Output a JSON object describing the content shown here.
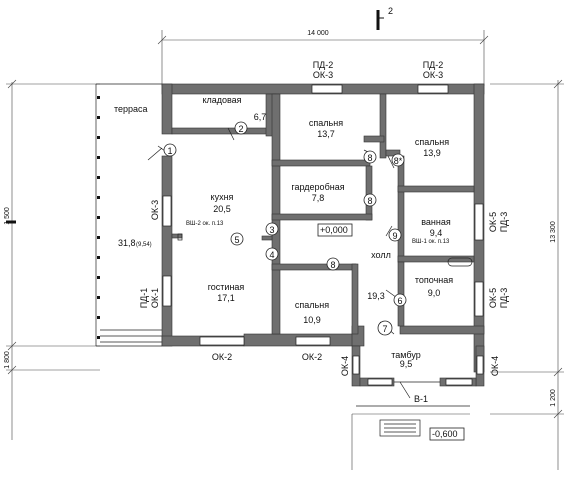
{
  "dimensions": {
    "top": "14 000",
    "right_total": "13 300",
    "left_main": "1 500",
    "left_bottom": "1 800",
    "right_bottom": "1 200"
  },
  "section_mark": "2",
  "rooms": {
    "terrace": {
      "name": "терраса",
      "area": "31,8",
      "area_note": "(9,54)"
    },
    "pantry": {
      "name": "кладовая",
      "area": "6,7"
    },
    "bedroom_1": {
      "name": "спальня",
      "area": "13,7"
    },
    "bedroom_2": {
      "name": "спальня",
      "area": "13,9"
    },
    "kitchen": {
      "name": "кухня",
      "area": "20,5"
    },
    "wardrobe": {
      "name": "гардеробная",
      "area": "7,8"
    },
    "bathroom": {
      "name": "ванная",
      "area": "9,4"
    },
    "hall": {
      "name": "холл",
      "area": "19,3"
    },
    "furnace": {
      "name": "топочная",
      "area": "9,0"
    },
    "living": {
      "name": "гостиная",
      "area": "17,1"
    },
    "bedroom_3": {
      "name": "спальня",
      "area": "10,9"
    },
    "vestibule": {
      "name": "тамбур",
      "area": "9,5"
    }
  },
  "window_tags": {
    "top_left": [
      "ПД-2",
      "ОК-3"
    ],
    "top_right": [
      "ПД-2",
      "ОК-3"
    ],
    "left_upper": "ОК-3",
    "left_lower": [
      "ПД-1",
      "ОК-1"
    ],
    "right_upper": [
      "ОК-5",
      "ПД-3"
    ],
    "right_lower": [
      "ОК-5",
      "ПД-3"
    ],
    "bottom_left": "ОК-2",
    "bottom_mid": "ОК-2",
    "vest_left": "ОК-4",
    "vest_right": "ОК-4"
  },
  "vents": {
    "kitchen": "ВШ-2 ок. п.13",
    "bath": "ВШ-1 ок. п.13"
  },
  "level_main": "+0,000",
  "level_entry": "-0,600",
  "entry_mark": "В-1",
  "door_marks": [
    "1",
    "2",
    "3",
    "4",
    "5",
    "6",
    "7",
    "8",
    "8",
    "8",
    "8*",
    "9"
  ]
}
